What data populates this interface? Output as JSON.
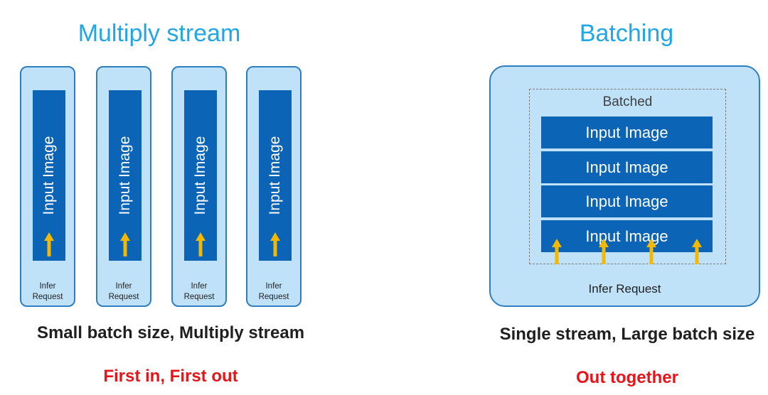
{
  "left": {
    "title": "Multiply stream",
    "streams": [
      {
        "image_label": "Input Image",
        "request_line1": "Infer",
        "request_line2": "Request"
      },
      {
        "image_label": "Input Image",
        "request_line1": "Infer",
        "request_line2": "Request"
      },
      {
        "image_label": "Input Image",
        "request_line1": "Infer",
        "request_line2": "Request"
      },
      {
        "image_label": "Input Image",
        "request_line1": "Infer",
        "request_line2": "Request"
      }
    ],
    "caption": "Small batch size, Multiply stream",
    "note": "First in, First out"
  },
  "right": {
    "title": "Batching",
    "batched_label": "Batched",
    "images": [
      "Input Image",
      "Input Image",
      "Input Image",
      "Input Image"
    ],
    "infer_label": "Infer Request",
    "caption": "Single stream, Large batch size",
    "note": "Out together"
  },
  "colors": {
    "title": "#22a6e6",
    "box_fill": "#bfe2f9",
    "box_border": "#2f7ec0",
    "image_block": "#0b64b6",
    "arrow": "#f5b800",
    "note": "#e8141a"
  },
  "icons": {
    "arrow": "arrow-up-icon"
  }
}
